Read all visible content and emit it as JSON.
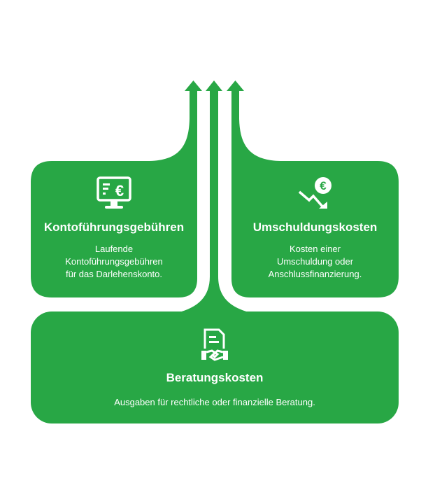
{
  "colors": {
    "accent": "#28a745",
    "text": "#ffffff"
  },
  "cards": [
    {
      "title": "Kontoführungsgebühren",
      "desc_lines": [
        "Laufende",
        "Kontoführungsgebühren",
        "für das Darlehenskonto."
      ],
      "icon": "monitor-euro-icon"
    },
    {
      "title": "Umschuldungskosten",
      "desc_lines": [
        "Kosten einer",
        "Umschuldung oder",
        "Anschlussfinanzierung."
      ],
      "icon": "euro-trend-down-icon"
    },
    {
      "title": "Beratungskosten",
      "desc_lines": [
        "Ausgaben für rechtliche oder finanzielle Beratung."
      ],
      "icon": "document-handshake-icon"
    }
  ]
}
